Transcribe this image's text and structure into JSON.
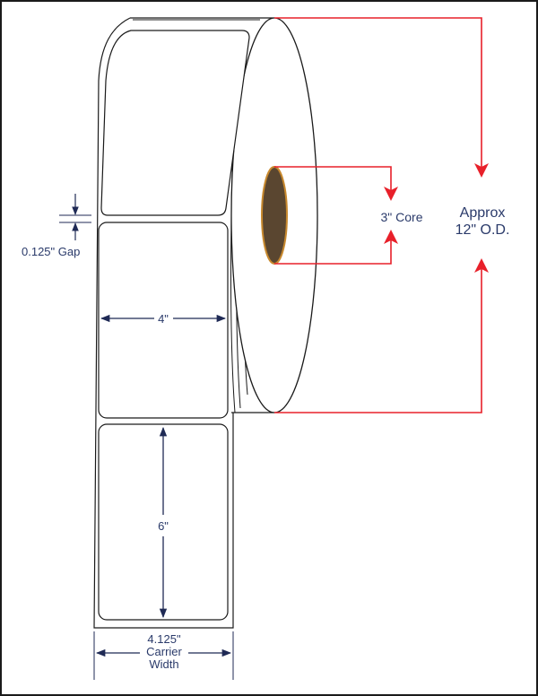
{
  "labels": {
    "gap": "0.125\" Gap",
    "width": "4\"",
    "height": "6\"",
    "carrier_line1": "4.125\"",
    "carrier_line2": "Carrier",
    "carrier_line3": "Width",
    "core": "3\" Core",
    "od_line1": "Approx",
    "od_line2": "12\" O.D."
  },
  "colors": {
    "outline": "#1a1a1a",
    "dimension": "#1f2a55",
    "callout": "#e8202a",
    "core_fill": "#5a4630",
    "core_edge": "#c8892e",
    "text": "#2a3a6a"
  }
}
